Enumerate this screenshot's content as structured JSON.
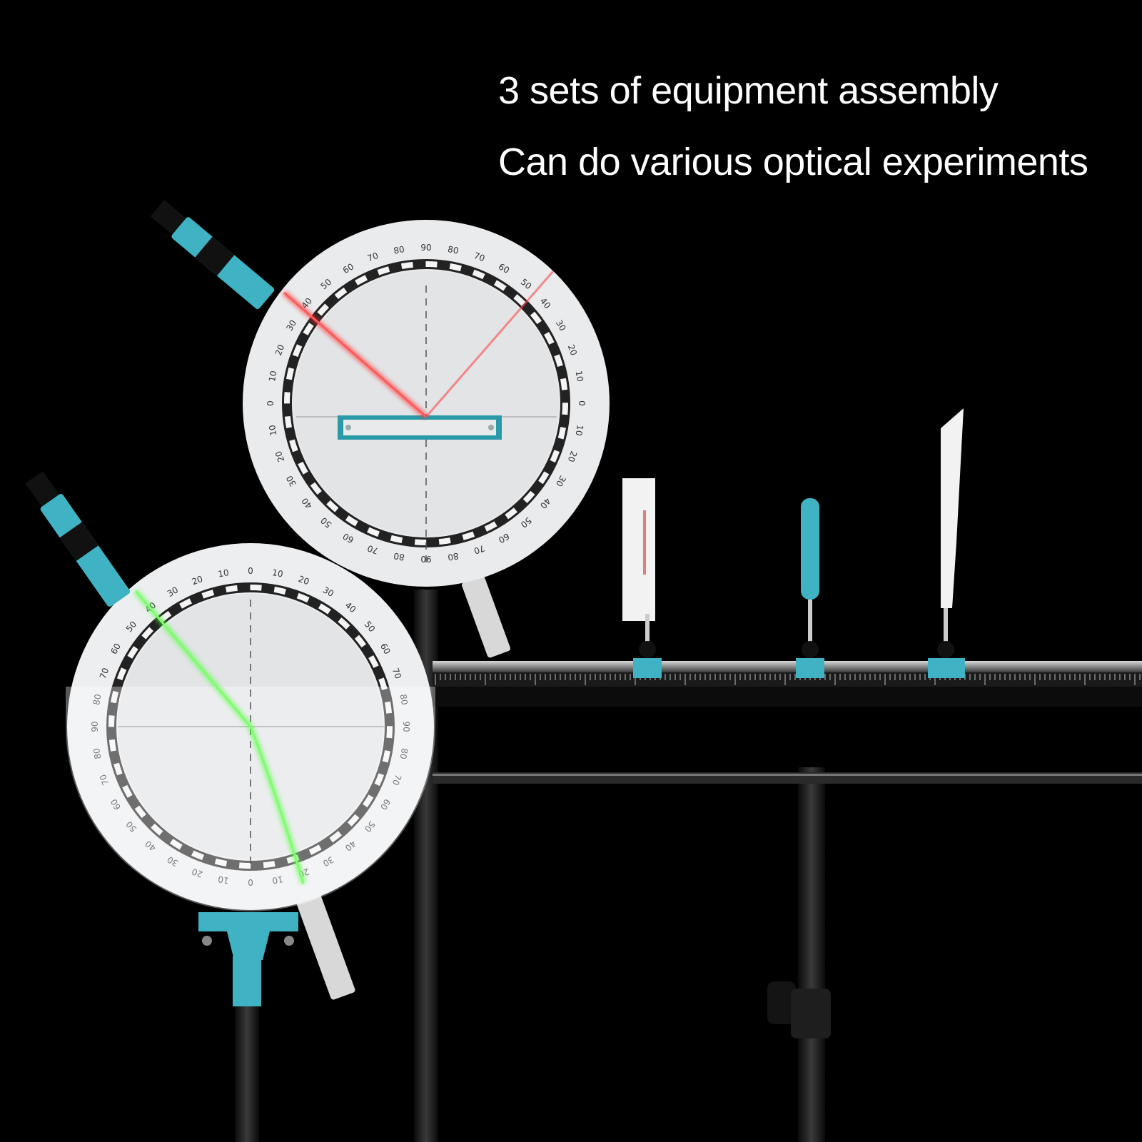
{
  "caption": {
    "line1": "3 sets of equipment assembly",
    "line2": "Can do various optical experiments"
  },
  "dial_scale": {
    "upper_labels": [
      "90",
      "80",
      "70",
      "60",
      "50",
      "40",
      "30",
      "20",
      "10",
      "0",
      "10",
      "20",
      "30",
      "40",
      "50",
      "60",
      "70",
      "80",
      "90",
      "80",
      "70",
      "60",
      "50",
      "40",
      "30",
      "20",
      "10",
      "0",
      "10",
      "20",
      "30",
      "40",
      "50",
      "60",
      "70",
      "80"
    ],
    "lower_labels": [
      "0",
      "10",
      "20",
      "30",
      "40",
      "50",
      "60",
      "70",
      "80",
      "90",
      "80",
      "70",
      "60",
      "50",
      "40",
      "30",
      "20",
      "10",
      "0",
      "10",
      "20",
      "30",
      "40",
      "50",
      "60",
      "70",
      "80",
      "90",
      "80",
      "70",
      "60",
      "50",
      "40",
      "30",
      "20",
      "10"
    ]
  },
  "colors": {
    "background": "#000000",
    "accent_teal": "#3fb3c4",
    "dial_face": "#e4e6e8",
    "red_laser": "#ff2a2a",
    "green_laser": "#4dff3a"
  },
  "icons": [
    "laser-pointer-icon",
    "optical-rail-icon",
    "lens-holder-icon"
  ]
}
